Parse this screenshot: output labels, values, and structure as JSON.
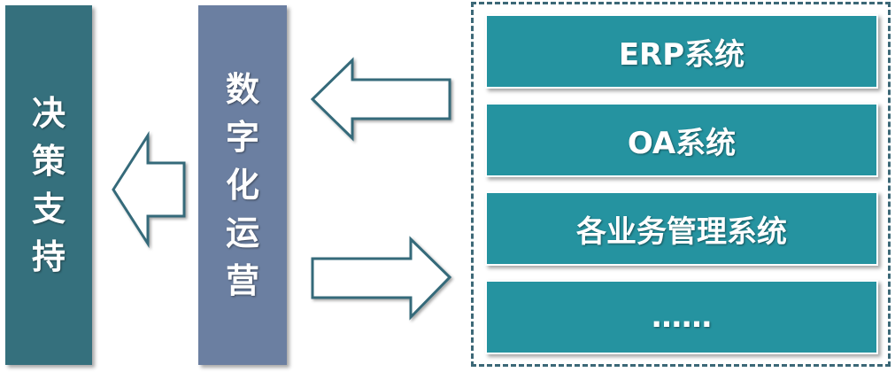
{
  "left_block": {
    "chars": [
      "决",
      "策",
      "支",
      "持"
    ],
    "color": "#35707d"
  },
  "middle_block": {
    "chars": [
      "数",
      "字",
      "化",
      "运",
      "营"
    ],
    "color": "#6b7fa1"
  },
  "systems": {
    "items": [
      {
        "label": "ERP系统"
      },
      {
        "label": "OA系统"
      },
      {
        "label": "各业务管理系统"
      },
      {
        "label": "……"
      }
    ],
    "color": "#2593a0",
    "frame_color": "#3c6877"
  },
  "arrows": {
    "stroke": "#346b7a",
    "fill": "#ffffff"
  }
}
